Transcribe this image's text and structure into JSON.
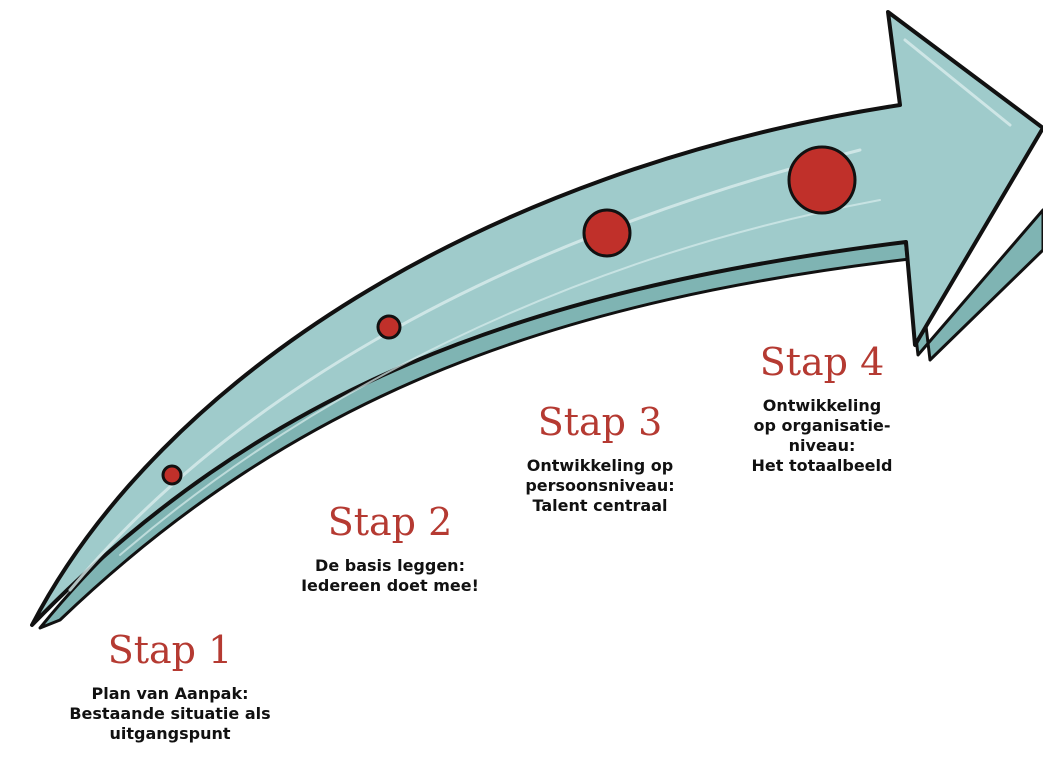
{
  "colors": {
    "arrow_fill": "#9fcbcb",
    "arrow_shade": "#7fb4b3",
    "arrow_outline": "#111111",
    "dot_fill": "#c0302a",
    "title_color": "#b53a32"
  },
  "steps": [
    {
      "title": "Stap 1",
      "lines": [
        "Plan van Aanpak:",
        "Bestaande situatie als",
        "uitgangspunt"
      ]
    },
    {
      "title": "Stap 2",
      "lines": [
        "De basis leggen:",
        "Iedereen doet mee!"
      ]
    },
    {
      "title": "Stap 3",
      "lines": [
        "Ontwikkeling op",
        "persoonsniveau:",
        "Talent centraal"
      ]
    },
    {
      "title": "Stap 4",
      "lines": [
        "Ontwikkeling",
        "op organisatie-",
        "niveau:",
        "Het totaalbeeld"
      ]
    }
  ]
}
